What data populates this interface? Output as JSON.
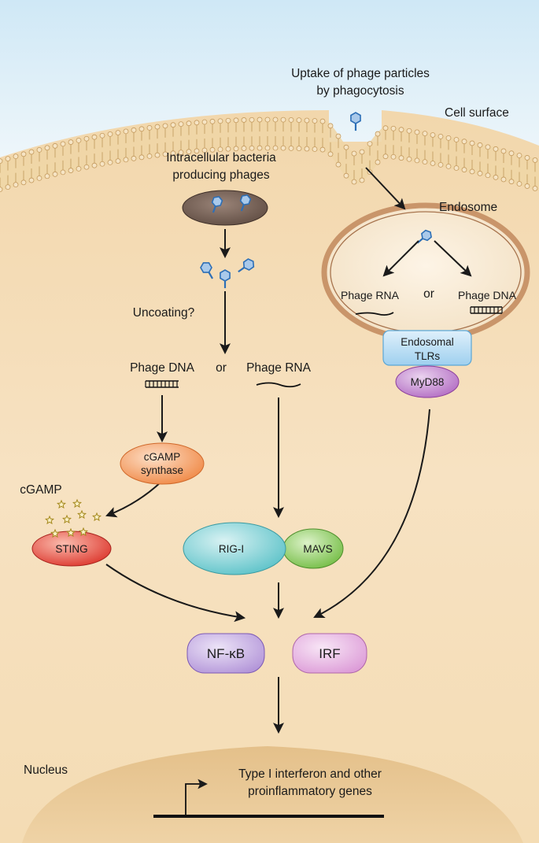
{
  "labels": {
    "uptake_line1": "Uptake of phage particles",
    "uptake_line2": "by phagocytosis",
    "cell_surface": "Cell surface",
    "intracellular_line1": "Intracellular bacteria",
    "intracellular_line2": "producing phages",
    "endosome": "Endosome",
    "endosome_phage_rna": "Phage RNA",
    "endosome_or": "or",
    "endosome_phage_dna": "Phage DNA",
    "uncoating": "Uncoating?",
    "cyto_phage_dna": "Phage DNA",
    "cyto_or": "or",
    "cyto_phage_rna": "Phage RNA",
    "cgamp": "cGAMP",
    "nucleus": "Nucleus",
    "genes_line1": "Type I interferon and other",
    "genes_line2": "proinflammatory genes"
  },
  "proteins": {
    "endosomal_tlrs_line1": "Endosomal",
    "endosomal_tlrs_line2": "TLRs",
    "myd88": "MyD88",
    "cgamp_synthase_line1": "cGAMP",
    "cgamp_synthase_line2": "synthase",
    "sting": "STING",
    "rig_i": "RIG-I",
    "mavs": "MAVS",
    "nf_kb": "NF-κB",
    "irf": "IRF"
  },
  "colors": {
    "extracellular": "#dcedf6",
    "cytoplasm": "#f6dcb3",
    "membrane": "#e8c98e",
    "nucleus": "#e8c690",
    "phage": "#2d6fb6",
    "tlr": "#bfe0f7",
    "myd88": "#c68fd0",
    "cgas": "#f7a470",
    "sting": "#e8453f",
    "rig_i": "#7fd0d5",
    "mavs": "#93cf6d",
    "nfkb": "#c9b2e6",
    "irf": "#e8b7e5"
  }
}
